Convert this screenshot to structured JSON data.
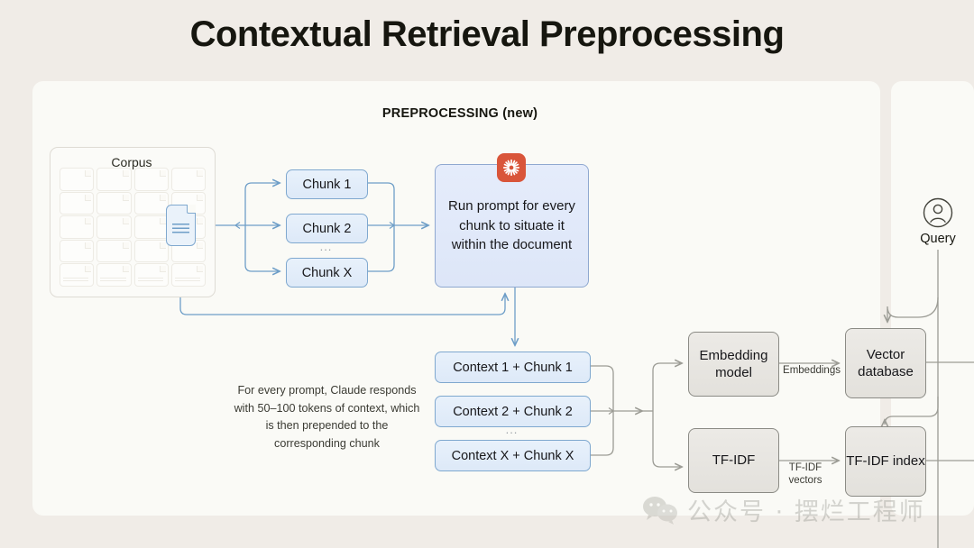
{
  "page": {
    "title": "Contextual Retrieval Preprocessing",
    "background_color": "#f0ece7",
    "panel_color": "#fafaf6"
  },
  "diagram": {
    "section_title": "PREPROCESSING (new)",
    "corpus": {
      "label": "Corpus",
      "doc_columns": 4,
      "docs_per_column": 6,
      "highlighted_doc": true
    },
    "chunks": [
      {
        "label": "Chunk 1"
      },
      {
        "label": "Chunk 2"
      },
      {
        "label": "Chunk X"
      }
    ],
    "chunks_ellipsis": "...",
    "prompt_box": {
      "text": "Run prompt for every chunk to situate it within the document",
      "logo": "anthropic-starburst-icon",
      "logo_color": "#d9553a"
    },
    "note": "For every prompt, Claude responds with 50–100 tokens of context, which is then prepended to the corresponding chunk",
    "contexts": [
      {
        "label": "Context 1 + Chunk 1"
      },
      {
        "label": "Context 2 + Chunk 2"
      },
      {
        "label": "Context X + Chunk X"
      }
    ],
    "contexts_ellipsis": "...",
    "processors": [
      {
        "label": "Embedding model"
      },
      {
        "label": "TF-IDF"
      }
    ],
    "stores": [
      {
        "label": "Vector database"
      },
      {
        "label": "TF-IDF index"
      }
    ],
    "edge_labels": {
      "embeddings": "Embeddings",
      "tfidf_vectors": "TF-IDF vectors"
    },
    "query": {
      "label": "Query",
      "icon": "user-avatar-icon"
    },
    "colors": {
      "blue_border": "#7fa8cf",
      "blue_fill": "#e4eefa",
      "gray_border": "#8b8b85",
      "gray_fill": "#e8e6e1",
      "wire_blue": "#6e9ec8",
      "wire_gray": "#9c9c95"
    }
  },
  "watermark": {
    "text": "公众号 · 摆烂工程师",
    "icon": "wechat-icon"
  }
}
